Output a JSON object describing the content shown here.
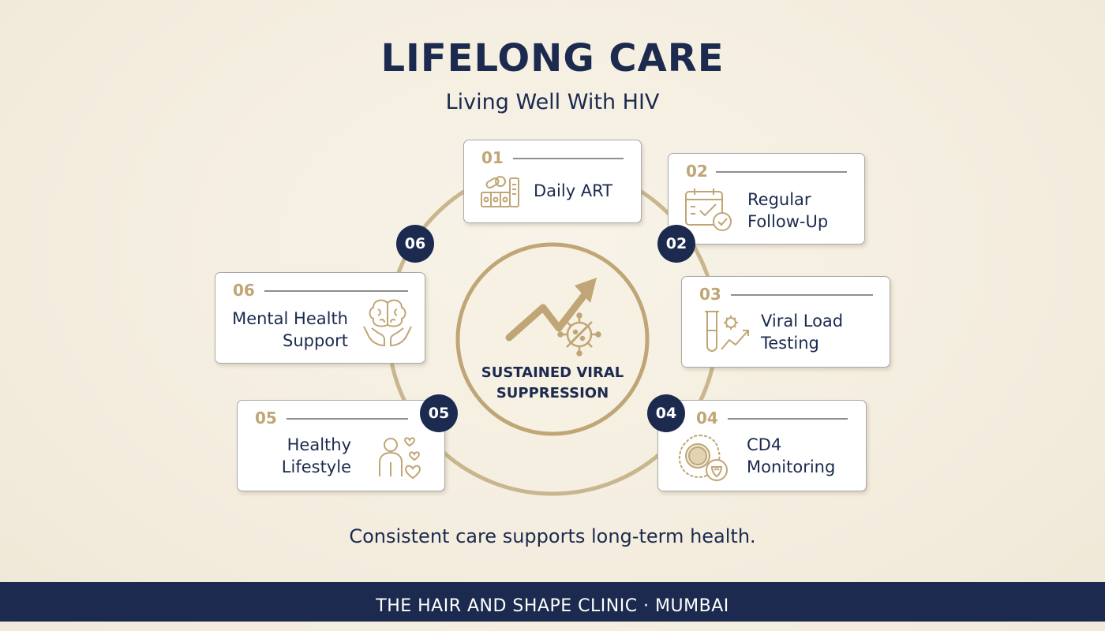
{
  "header": {
    "title": "LIFELONG CARE",
    "subtitle": "Living Well With HIV"
  },
  "center": {
    "line1": "SUSTAINED VIRAL",
    "line2": "SUPPRESSION",
    "icon": "upward-trend-arrow-virus-icon"
  },
  "steps": [
    {
      "number": "01",
      "label_lines": [
        "Daily ART"
      ],
      "icon": "pill-organizer-icon"
    },
    {
      "number": "02",
      "label_lines": [
        "Regular",
        "Follow-Up"
      ],
      "icon": "calendar-check-icon"
    },
    {
      "number": "03",
      "label_lines": [
        "Viral Load",
        "Testing"
      ],
      "icon": "test-tube-virus-graph-icon"
    },
    {
      "number": "04",
      "label_lines": [
        "CD4",
        "Monitoring"
      ],
      "icon": "cell-shield-icon"
    },
    {
      "number": "05",
      "label_lines": [
        "Healthy",
        "Lifestyle"
      ],
      "icon": "person-hearts-icon"
    },
    {
      "number": "06",
      "label_lines": [
        "Mental Health",
        "Support"
      ],
      "icon": "brain-hands-icon"
    }
  ],
  "ring_badges": [
    "02",
    "04",
    "05",
    "06"
  ],
  "footer_note": "Consistent care supports long-term health.",
  "footer_bar": "THE HAIR AND SHAPE CLINIC · MUMBAI",
  "colors": {
    "navy": "#1b2a4e",
    "gold": "#c0a676",
    "background": "#f5efe3"
  }
}
